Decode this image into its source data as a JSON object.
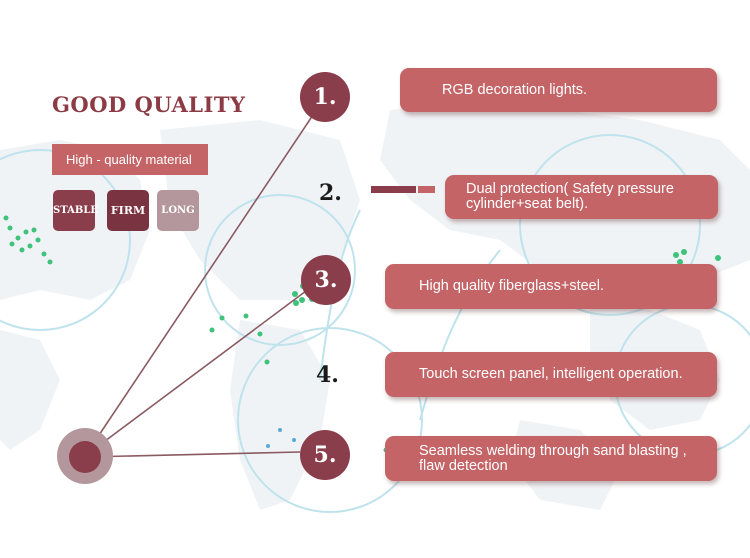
{
  "heading": "GOOD QUALITY",
  "subtitle": "High - quality material",
  "badges": [
    "STABLE",
    "FIRM",
    "LONG"
  ],
  "features": [
    {
      "number": "1.",
      "text": "RGB decoration lights."
    },
    {
      "number": "2.",
      "text": "Dual protection( Safety pressure cylinder+seat belt)."
    },
    {
      "number": "3.",
      "text": "High quality fiberglass+steel."
    },
    {
      "number": "4.",
      "text": "Touch screen panel, intelligent operation."
    },
    {
      "number": "5.",
      "text": "Seamless welding through sand blasting , flaw detection"
    }
  ],
  "colors": {
    "accent_dark": "#8a3d4a",
    "accent": "#c46466",
    "accent_light": "#b4979c",
    "map_lines": "#bfe3ec"
  }
}
